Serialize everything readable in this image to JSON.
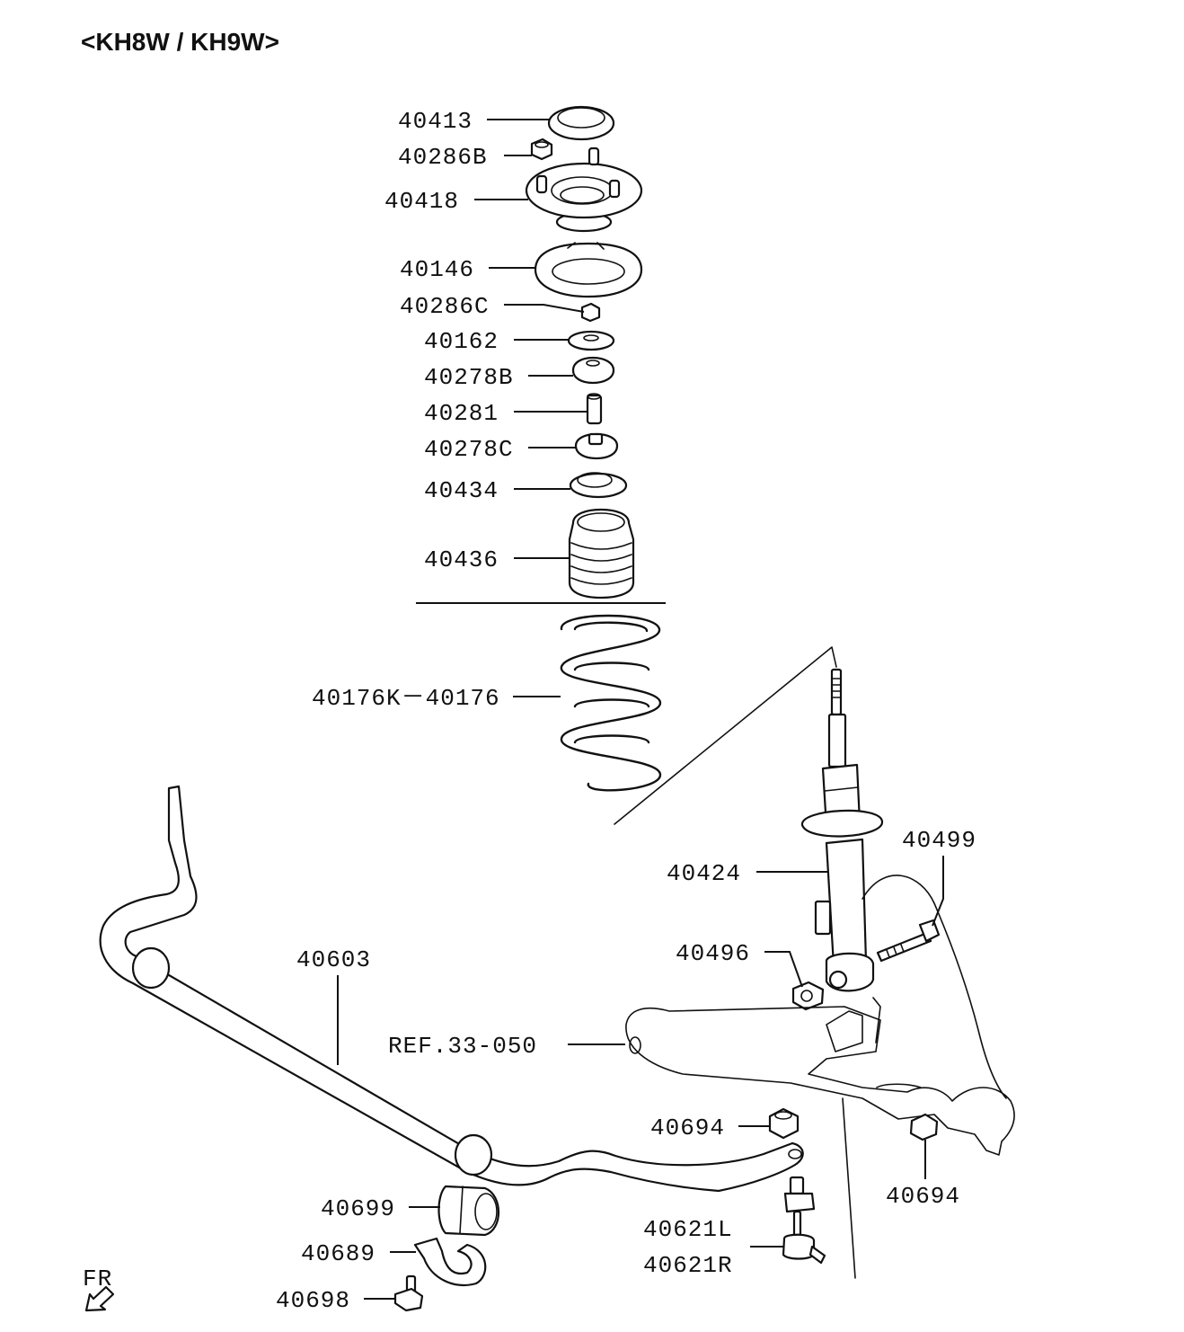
{
  "title": "<KH8W / KH9W>",
  "direction_label": "FR",
  "parts": {
    "p40413": "40413",
    "p40286B": "40286B",
    "p40418": "40418",
    "p40146": "40146",
    "p40286C": "40286C",
    "p40162": "40162",
    "p40278B": "40278B",
    "p40281": "40281",
    "p40278C": "40278C",
    "p40434": "40434",
    "p40436": "40436",
    "p40176": "40176K－40176",
    "p40424": "40424",
    "p40499": "40499",
    "p40496": "40496",
    "p40603": "40603",
    "ref": "REF.33-050",
    "p40694a": "40694",
    "p40694b": "40694",
    "p40699": "40699",
    "p40689": "40689",
    "p40698": "40698",
    "p40621L": "40621L",
    "p40621R": "40621R"
  }
}
